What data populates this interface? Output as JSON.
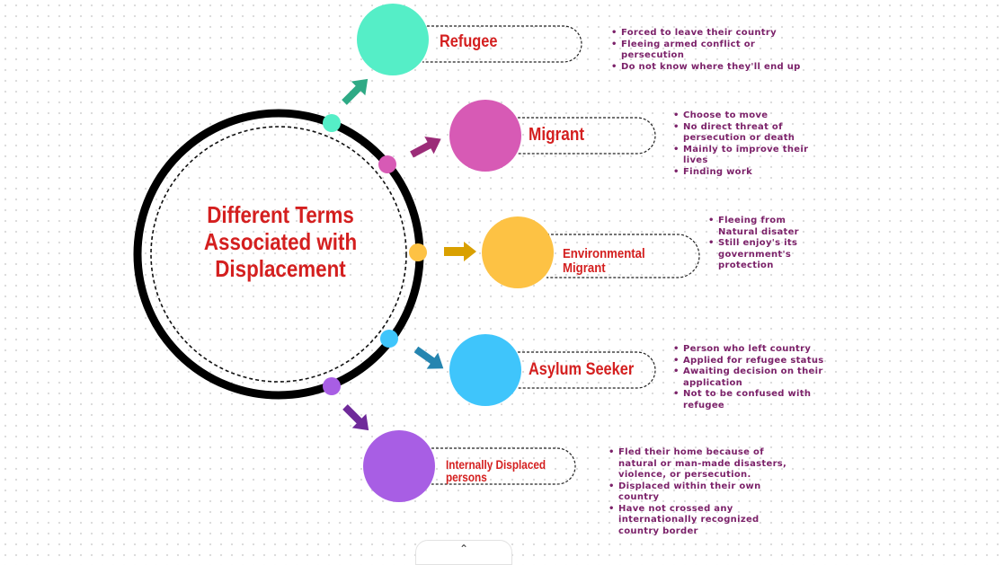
{
  "center_title": "Different Terms Associated with Displacement",
  "terms": [
    {
      "label": "Refugee",
      "color": "#55eec7",
      "bullets": [
        "Forced to leave their country",
        "Fleeing armed conflict or persecution",
        "Do not know where they'll end up"
      ]
    },
    {
      "label": "Migrant",
      "color": "#d75ab5",
      "bullets": [
        "Choose to move",
        "No direct threat of persecution or death",
        "Mainly to improve their lives",
        "Finding work"
      ]
    },
    {
      "label": "Environmental Migrant",
      "color": "#fdc244",
      "bullets": [
        "Fleeing from Natural disater",
        "Still enjoy's its government's protection"
      ]
    },
    {
      "label": "Asylum Seeker",
      "color": "#3fc5fb",
      "bullets": [
        "Person who left country",
        "Applied for refugee status",
        "Awaiting decision on their application",
        "Not to be confused with refugee"
      ]
    },
    {
      "label": "Internally Displaced persons",
      "color": "#a85ee4",
      "bullets": [
        "Fled their home because of natural or man-made disasters, violence, or persecution.",
        "Displaced within their own country",
        "Have not crossed any internationally recognized country border"
      ]
    }
  ],
  "arrow_colors": [
    "#2eaa85",
    "#9b2c78",
    "#d9a000",
    "#2585b0",
    "#6f2a9a"
  ],
  "ring_color": "#000000",
  "text_color": "#d41f1f",
  "bullet_color": "#7b2169",
  "collapse_icon": "chevron-up-icon"
}
